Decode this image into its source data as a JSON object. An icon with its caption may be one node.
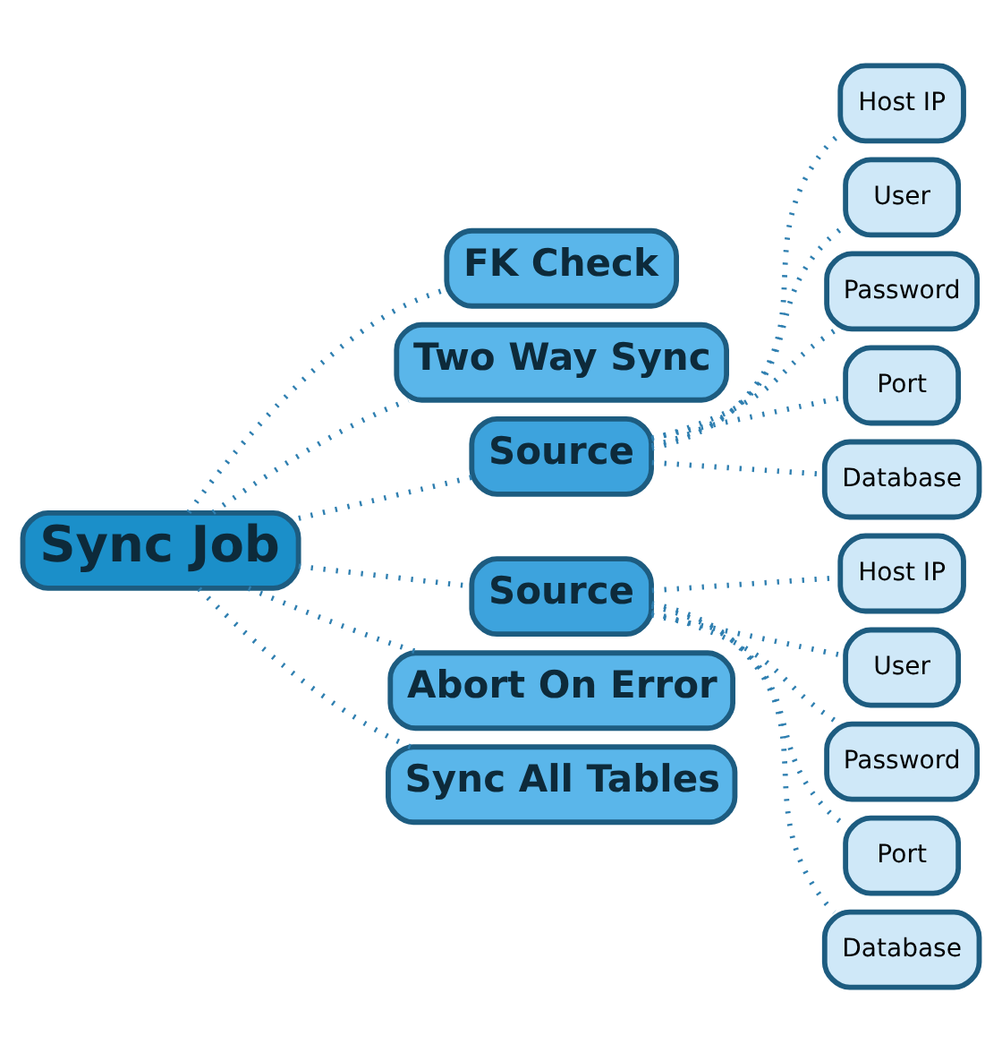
{
  "diagram": {
    "nodes": [
      {
        "text": [
          "Sync Job"
        ]
      },
      {
        "text": [
          "FK Check"
        ]
      },
      {
        "text": [
          "Two Way Sync"
        ]
      },
      {
        "text": [
          "Source"
        ]
      },
      {
        "text": [
          "Host IP"
        ]
      },
      {
        "text": [
          "User"
        ]
      },
      {
        "text": [
          "Password"
        ]
      },
      {
        "text": [
          "Port"
        ]
      },
      {
        "text": [
          "Database"
        ]
      },
      {
        "text": [
          "Source"
        ]
      },
      {
        "text": [
          "Host IP"
        ]
      },
      {
        "text": [
          "User"
        ]
      },
      {
        "text": [
          "Password"
        ]
      },
      {
        "text": [
          "Port"
        ]
      },
      {
        "text": [
          "Database"
        ]
      },
      {
        "text": [
          "Abort On Error"
        ]
      },
      {
        "text": [
          "Sync All Tables"
        ]
      }
    ],
    "edges": [
      {
        "from": 0,
        "to": 1,
        "arrow": "none"
      },
      {
        "from": 0,
        "to": 2,
        "arrow": "none"
      },
      {
        "from": 0,
        "to": 3,
        "arrow": "none"
      },
      {
        "from": 3,
        "to": 4,
        "arrow": "none"
      },
      {
        "from": 3,
        "to": 5,
        "arrow": "none"
      },
      {
        "from": 3,
        "to": 6,
        "arrow": "none"
      },
      {
        "from": 3,
        "to": 7,
        "arrow": "none"
      },
      {
        "from": 3,
        "to": 8,
        "arrow": "none"
      },
      {
        "from": 0,
        "to": 9,
        "arrow": "none"
      },
      {
        "from": 9,
        "to": 10,
        "arrow": "none"
      },
      {
        "from": 9,
        "to": 11,
        "arrow": "none"
      },
      {
        "from": 9,
        "to": 12,
        "arrow": "none"
      },
      {
        "from": 9,
        "to": 13,
        "arrow": "none"
      },
      {
        "from": 9,
        "to": 14,
        "arrow": "none"
      },
      {
        "from": 0,
        "to": 15,
        "arrow": "none"
      },
      {
        "from": 0,
        "to": 16,
        "arrow": "none"
      }
    ]
  }
}
